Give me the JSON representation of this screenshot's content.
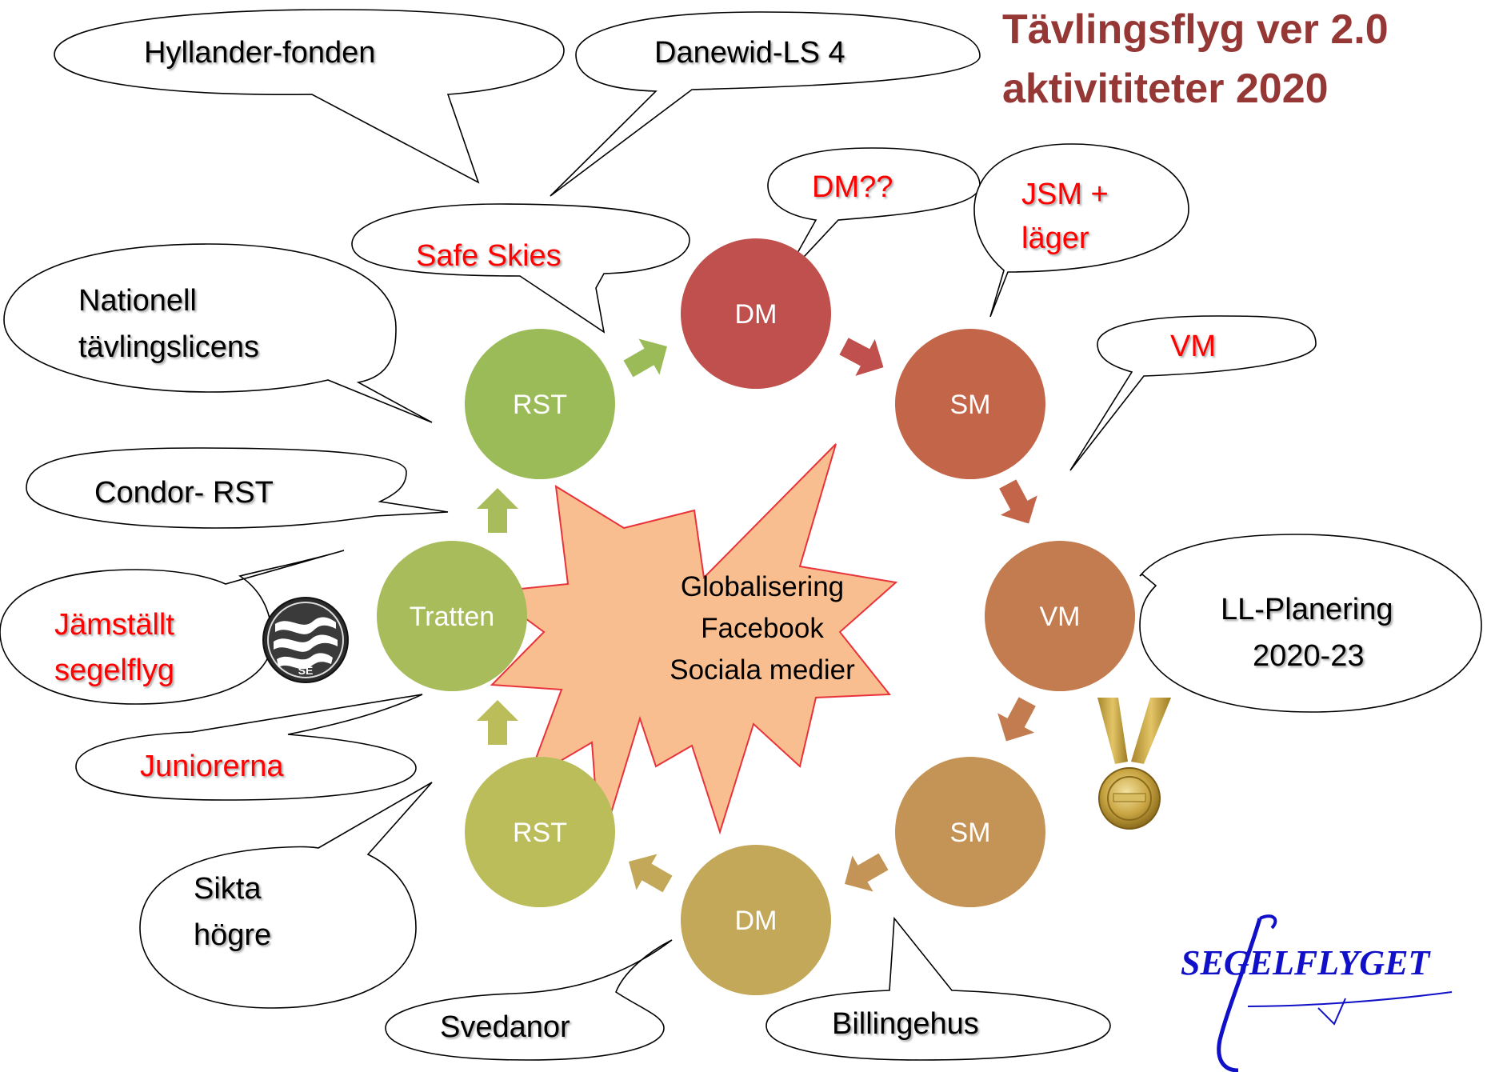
{
  "title": {
    "line1": "Tävlingsflyg ver 2.0",
    "line2": "aktivititeter 2020",
    "color": "#953735"
  },
  "center": {
    "lines": [
      "Globalisering",
      "Facebook",
      "Sociala medier"
    ],
    "fill": "#f9be8f",
    "stroke": "#e8333a"
  },
  "cycle": [
    {
      "id": "rst-top",
      "label": "RST",
      "color": "#9bbb59"
    },
    {
      "id": "dm-top",
      "label": "DM",
      "color": "#c0504d"
    },
    {
      "id": "sm-top",
      "label": "SM",
      "color": "#c26549"
    },
    {
      "id": "vm",
      "label": "VM",
      "color": "#c27c4f"
    },
    {
      "id": "sm-bottom",
      "label": "SM",
      "color": "#c49356"
    },
    {
      "id": "dm-bottom",
      "label": "DM",
      "color": "#c2a858"
    },
    {
      "id": "rst-bottom",
      "label": "RST",
      "color": "#bbbd5b"
    },
    {
      "id": "tratten",
      "label": "Tratten",
      "color": "#a9bc5b"
    }
  ],
  "callouts": [
    {
      "id": "hyllander",
      "lines": [
        "Hyllander-fonden"
      ],
      "color": "black"
    },
    {
      "id": "danewid",
      "lines": [
        "Danewid-LS 4"
      ],
      "color": "black"
    },
    {
      "id": "dm-question",
      "lines": [
        "DM??"
      ],
      "color": "red"
    },
    {
      "id": "jsm",
      "lines": [
        "JSM +",
        "läger"
      ],
      "color": "red"
    },
    {
      "id": "safe-skies",
      "lines": [
        "Safe Skies"
      ],
      "color": "red"
    },
    {
      "id": "nationell",
      "lines": [
        "Nationell",
        "tävlingslicens"
      ],
      "color": "black"
    },
    {
      "id": "vm-callout",
      "lines": [
        "VM"
      ],
      "color": "red"
    },
    {
      "id": "condor",
      "lines": [
        "Condor- RST"
      ],
      "color": "black"
    },
    {
      "id": "jamstallt",
      "lines": [
        "Jämställt",
        "segelflyg"
      ],
      "color": "red"
    },
    {
      "id": "ll-planering",
      "lines": [
        "LL-Planering",
        "2020-23"
      ],
      "color": "black"
    },
    {
      "id": "juniorerna",
      "lines": [
        "Juniorerna"
      ],
      "color": "red"
    },
    {
      "id": "sikta",
      "lines": [
        "Sikta",
        "högre"
      ],
      "color": "black"
    },
    {
      "id": "svedanor",
      "lines": [
        "Svedanor"
      ],
      "color": "black"
    },
    {
      "id": "billingehus",
      "lines": [
        "Billingehus"
      ],
      "color": "black"
    }
  ],
  "emblem": {
    "label": "SE"
  },
  "logo": {
    "text": "SEGELFLYGET",
    "color": "#1010c8"
  },
  "colors": {
    "black_text": "#000000",
    "red_text": "#ff0000"
  }
}
